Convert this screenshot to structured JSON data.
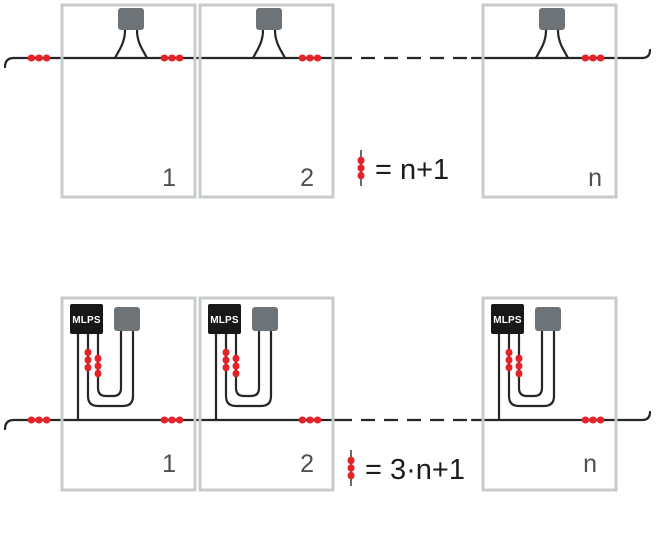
{
  "diagram": {
    "top": {
      "boxes": [
        {
          "label": "1"
        },
        {
          "label": "2"
        },
        {
          "label": "n"
        }
      ],
      "legend_text": "= n+1"
    },
    "bottom": {
      "boxes": [
        {
          "label": "1",
          "module_label": "MLPS"
        },
        {
          "label": "2",
          "module_label": "MLPS"
        },
        {
          "label": "n",
          "module_label": "MLPS"
        }
      ],
      "legend_text": "= 3·n+1"
    },
    "colors": {
      "connector_red": "#e42328",
      "box_outline": "#c7ccca",
      "component_gray": "#6e7377",
      "module_black": "#181818",
      "wire": "#262626",
      "label_gray": "#4f4f4f"
    }
  }
}
